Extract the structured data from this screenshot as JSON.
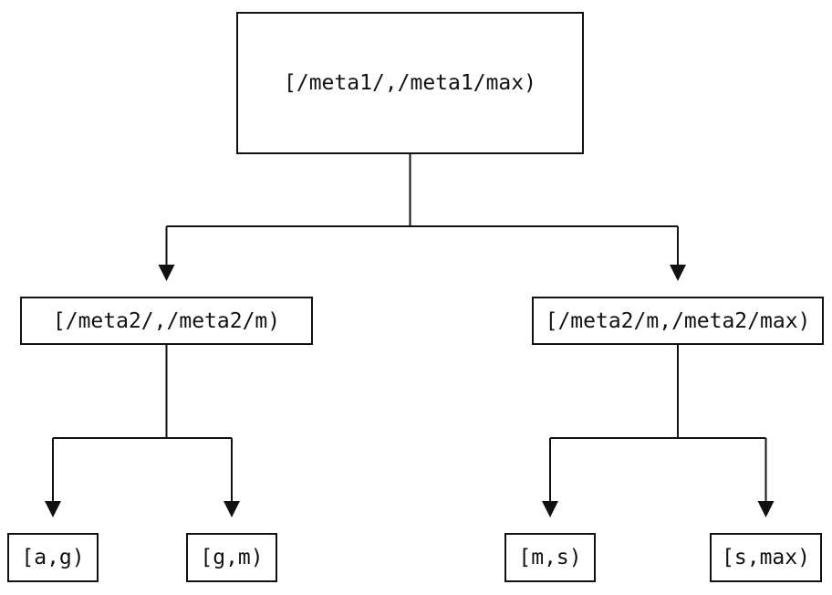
{
  "diagram": {
    "type": "binary-interval-tree",
    "colors": {
      "background": "#ffffff",
      "line": "#111111",
      "box_border": "#111111",
      "text": "#111111"
    },
    "nodes": {
      "root": {
        "label": "[/meta1/,/meta1/max)"
      },
      "left": {
        "label": "[/meta2/,/meta2/m)"
      },
      "right": {
        "label": "[/meta2/m,/meta2/max)"
      },
      "leaf_ag": {
        "label": "[a,g)"
      },
      "leaf_gm": {
        "label": "[g,m)"
      },
      "leaf_ms": {
        "label": "[m,s)"
      },
      "leaf_smax": {
        "label": "[s,max)"
      }
    },
    "edges": [
      {
        "from": "root",
        "to": "left"
      },
      {
        "from": "root",
        "to": "right"
      },
      {
        "from": "left",
        "to": "leaf_ag"
      },
      {
        "from": "left",
        "to": "leaf_gm"
      },
      {
        "from": "right",
        "to": "leaf_ms"
      },
      {
        "from": "right",
        "to": "leaf_smax"
      }
    ]
  }
}
